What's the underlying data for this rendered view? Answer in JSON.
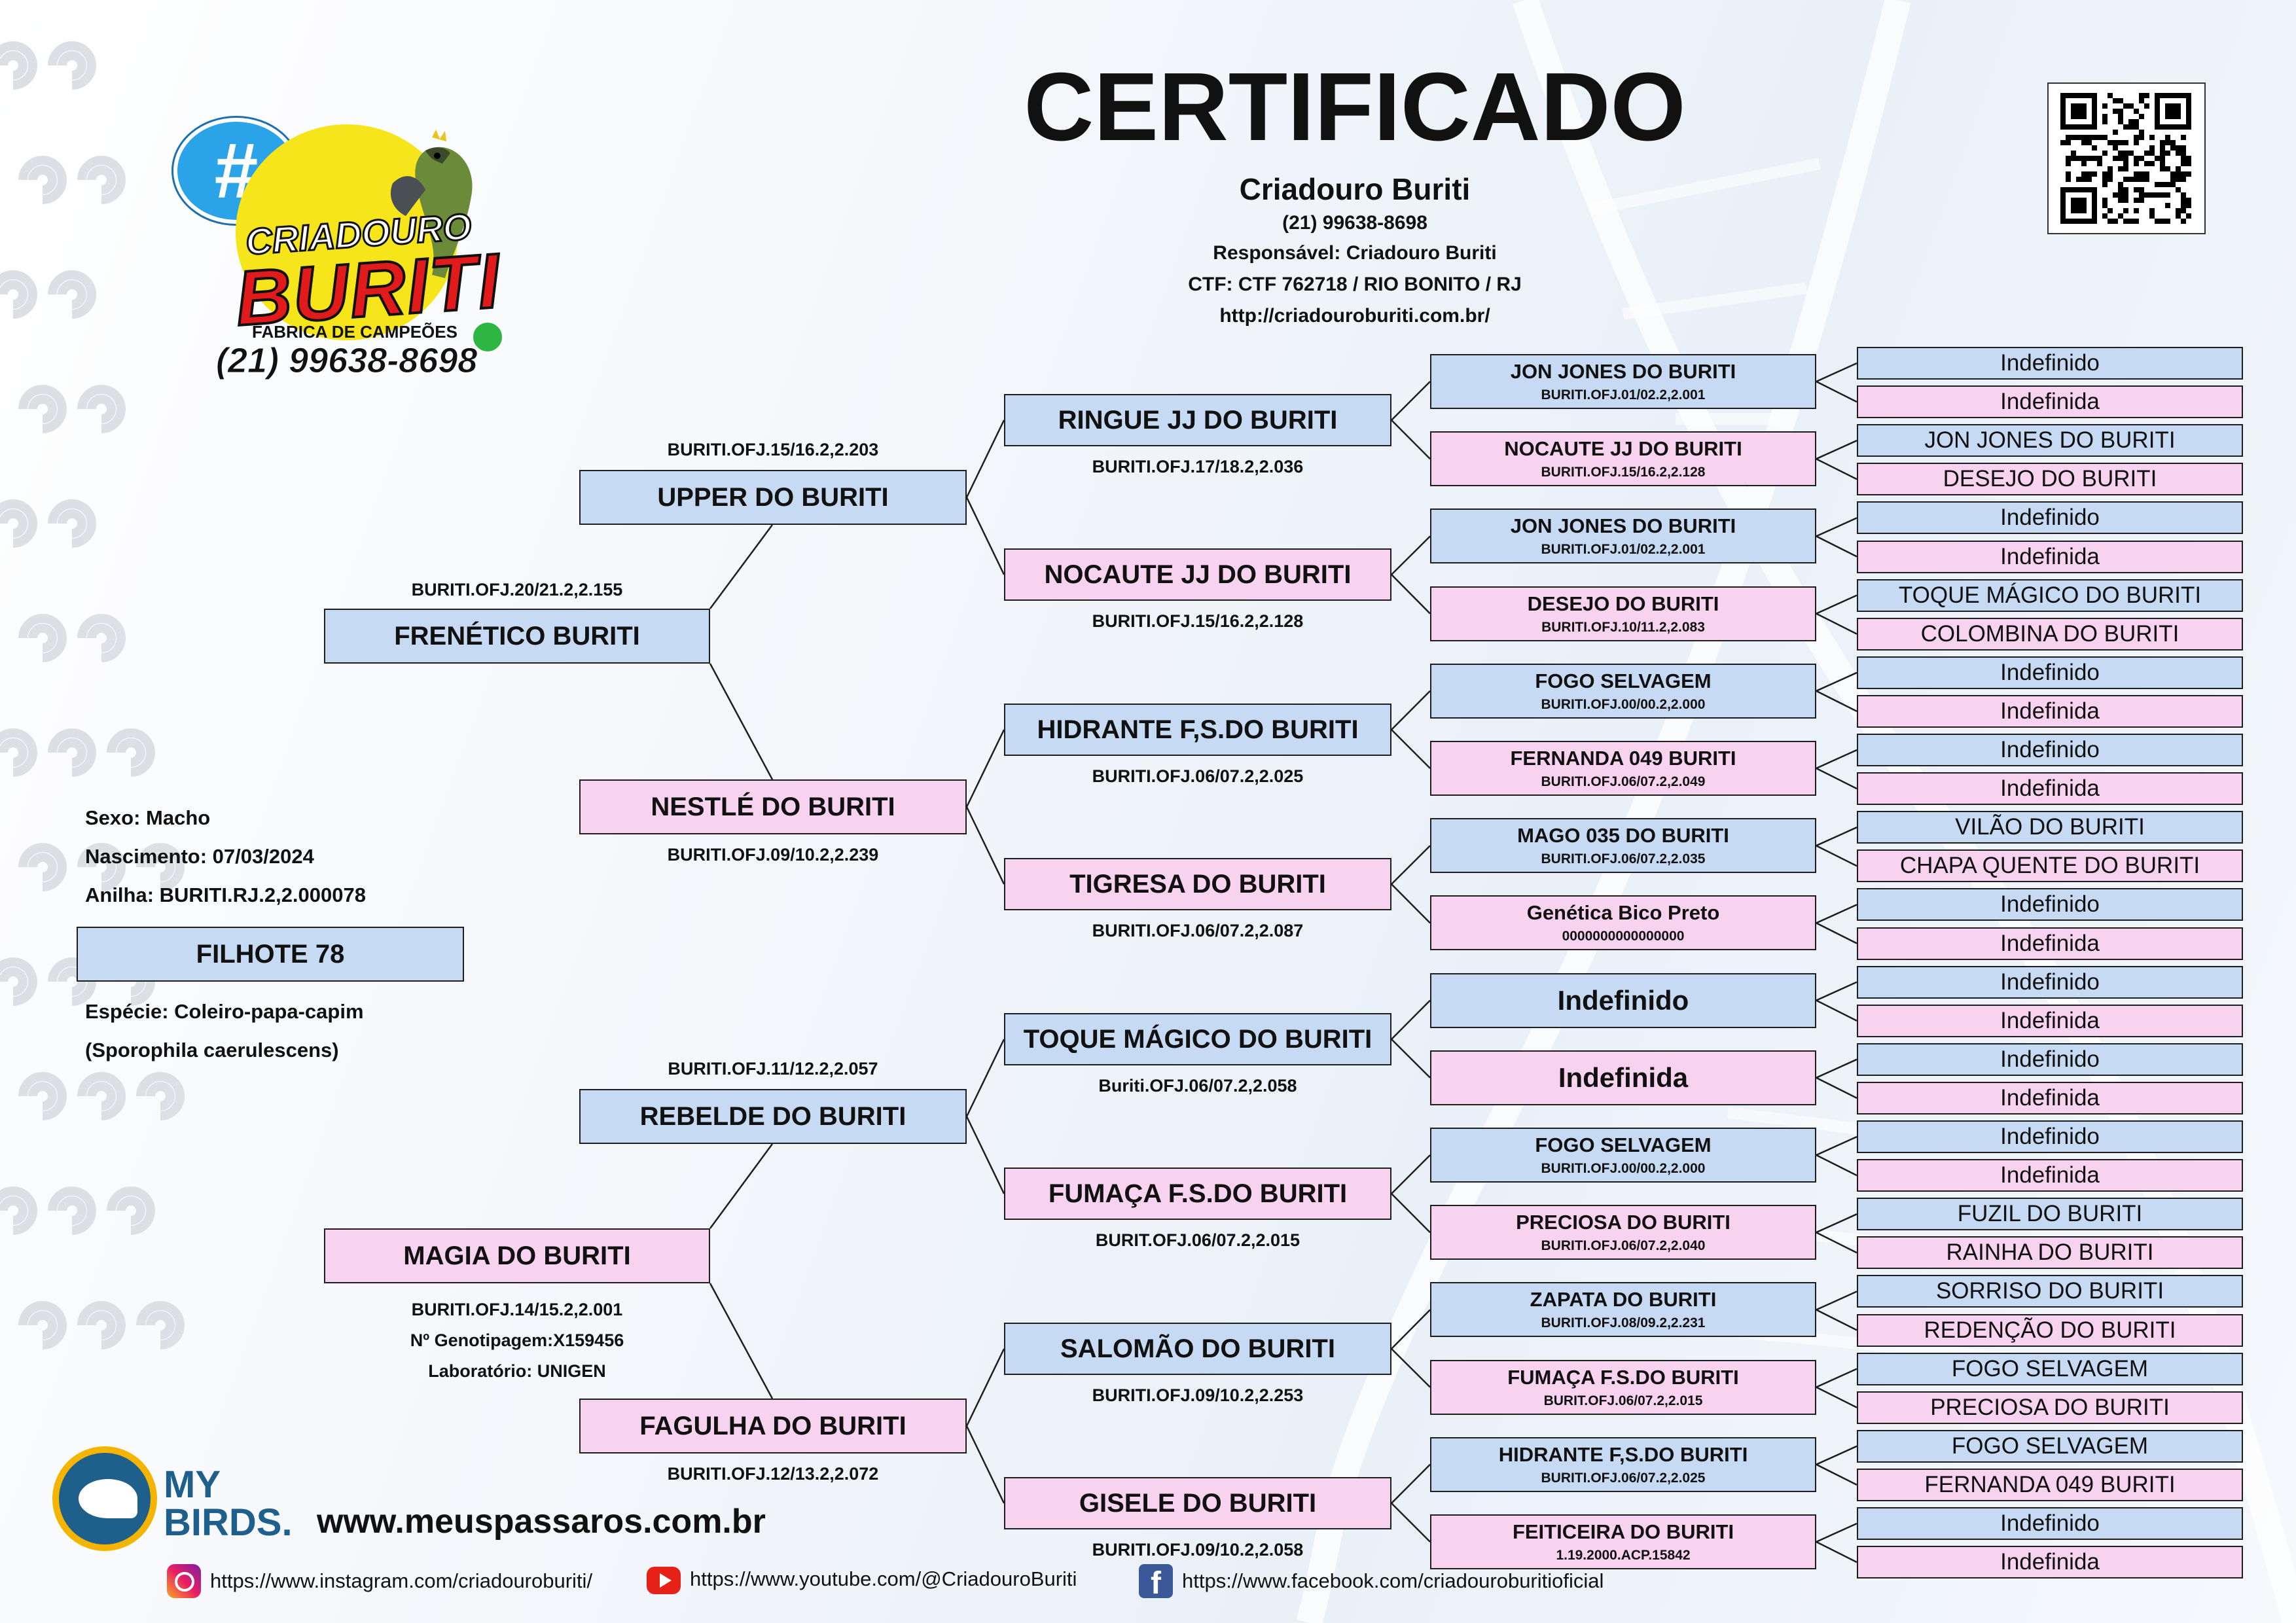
{
  "header": {
    "title": "CERTIFICADO",
    "breeder": "Criadouro Buriti",
    "phone": "(21) 99638-8698",
    "responsible": "Responsável: Criadouro Buriti",
    "ctf": "CTF: CTF 762718 / RIO BONITO / RJ",
    "url": "http://criadouroburiti.com.br/"
  },
  "logo": {
    "hash": "#",
    "line1": "CRIADOURO",
    "line2": "BURITI",
    "tagline": "FABRICA DE CAMPEÕES",
    "phone": "(21) 99638-8698"
  },
  "bird": {
    "sex": "Sexo: Macho",
    "birth": "Nascimento: 07/03/2024",
    "ring": "Anilha: BURITI.RJ.2,2.000078",
    "name": "FILHOTE 78",
    "species": "Espécie: Coleiro-papa-capim",
    "scientific": "(Sporophila caerulescens)"
  },
  "gen1": {
    "father": {
      "name": "FRENÉTICO BURITI",
      "reg": "BURITI.OFJ.20/21.2,2.155"
    },
    "mother": {
      "name": "MAGIA DO BURITI",
      "reg": "BURITI.OFJ.14/15.2,2.001",
      "geno": "Nº Genotipagem:X159456",
      "lab": "Laboratório: UNIGEN"
    }
  },
  "gen2": [
    {
      "name": "UPPER DO BURITI",
      "reg": "BURITI.OFJ.15/16.2,2.203"
    },
    {
      "name": "NESTLÉ DO BURITI",
      "reg": "BURITI.OFJ.09/10.2,2.239"
    },
    {
      "name": "REBELDE DO BURITI",
      "reg": "BURITI.OFJ.11/12.2,2.057"
    },
    {
      "name": "FAGULHA DO BURITI",
      "reg": "BURITI.OFJ.12/13.2,2.072"
    }
  ],
  "gen3": [
    {
      "name": "RINGUE JJ DO BURITI",
      "reg": "BURITI.OFJ.17/18.2,2.036"
    },
    {
      "name": "NOCAUTE JJ DO BURITI",
      "reg": "BURITI.OFJ.15/16.2,2.128"
    },
    {
      "name": "HIDRANTE F,S.DO BURITI",
      "reg": "BURITI.OFJ.06/07.2,2.025"
    },
    {
      "name": "TIGRESA DO BURITI",
      "reg": "BURITI.OFJ.06/07.2,2.087"
    },
    {
      "name": "TOQUE MÁGICO DO BURITI",
      "reg": "Buriti.OFJ.06/07.2,2.058"
    },
    {
      "name": "FUMAÇA F.S.DO BURITI",
      "reg": "BURIT.OFJ.06/07.2,2.015"
    },
    {
      "name": "SALOMÃO DO BURITI",
      "reg": "BURITI.OFJ.09/10.2,2.253"
    },
    {
      "name": "GISELE DO BURITI",
      "reg": "BURITI.OFJ.09/10.2,2.058"
    }
  ],
  "gen4": [
    {
      "name": "JON JONES DO BURITI",
      "reg": "BURITI.OFJ.01/02.2,2.001"
    },
    {
      "name": "NOCAUTE JJ DO BURITI",
      "reg": "BURITI.OFJ.15/16.2,2.128"
    },
    {
      "name": "JON JONES DO BURITI",
      "reg": "BURITI.OFJ.01/02.2,2.001"
    },
    {
      "name": "DESEJO DO BURITI",
      "reg": "BURITI.OFJ.10/11.2,2.083"
    },
    {
      "name": "FOGO SELVAGEM",
      "reg": "BURITI.OFJ.00/00.2,2.000"
    },
    {
      "name": "FERNANDA 049 BURITI",
      "reg": "BURITI.OFJ.06/07.2,2.049"
    },
    {
      "name": "MAGO 035 DO BURITI",
      "reg": "BURITI.OFJ.06/07.2,2.035"
    },
    {
      "name": "Genética Bico Preto",
      "reg": "0000000000000000"
    },
    {
      "name": "Indefinido",
      "reg": ""
    },
    {
      "name": "Indefinida",
      "reg": ""
    },
    {
      "name": "FOGO SELVAGEM",
      "reg": "BURITI.OFJ.00/00.2,2.000"
    },
    {
      "name": "PRECIOSA DO BURITI",
      "reg": "BURITI.OFJ.06/07.2,2.040"
    },
    {
      "name": "ZAPATA DO BURITI",
      "reg": "BURITI.OFJ.08/09.2,2.231"
    },
    {
      "name": "FUMAÇA F.S.DO BURITI",
      "reg": "BURIT.OFJ.06/07.2,2.015"
    },
    {
      "name": "HIDRANTE F,S.DO BURITI",
      "reg": "BURITI.OFJ.06/07.2,2.025"
    },
    {
      "name": "FEITICEIRA DO BURITI",
      "reg": "1.19.2000.ACP.15842"
    }
  ],
  "gen5": [
    "Indefinido",
    "Indefinida",
    "JON JONES DO BURITI",
    "DESEJO DO BURITI",
    "Indefinido",
    "Indefinida",
    "TOQUE MÁGICO DO BURITI",
    "COLOMBINA DO BURITI",
    "Indefinido",
    "Indefinida",
    "Indefinido",
    "Indefinida",
    "VILÃO DO BURITI",
    "CHAPA QUENTE DO BURITI",
    "Indefinido",
    "Indefinida",
    "Indefinido",
    "Indefinida",
    "Indefinido",
    "Indefinida",
    "Indefinido",
    "Indefinida",
    "FUZIL DO BURITI",
    "RAINHA DO BURITI",
    "SORRISO DO BURITI",
    "REDENÇÃO DO BURITI",
    "FOGO SELVAGEM",
    "PRECIOSA DO BURITI",
    "FOGO SELVAGEM",
    "FERNANDA 049 BURITI",
    "Indefinido",
    "Indefinida"
  ],
  "footer": {
    "brand1": "MY",
    "brand2": "BIRDS.",
    "site": "www.meuspassaros.com.br",
    "instagram": "https://www.instagram.com/criadouroburiti/",
    "youtube": "https://www.youtube.com/@CriadouroBuriti",
    "facebook": "https://www.facebook.com/criadouroburitioficial"
  },
  "colors": {
    "male": "#c6daf3",
    "female": "#f8d3ef",
    "border": "#1e1e1e"
  }
}
